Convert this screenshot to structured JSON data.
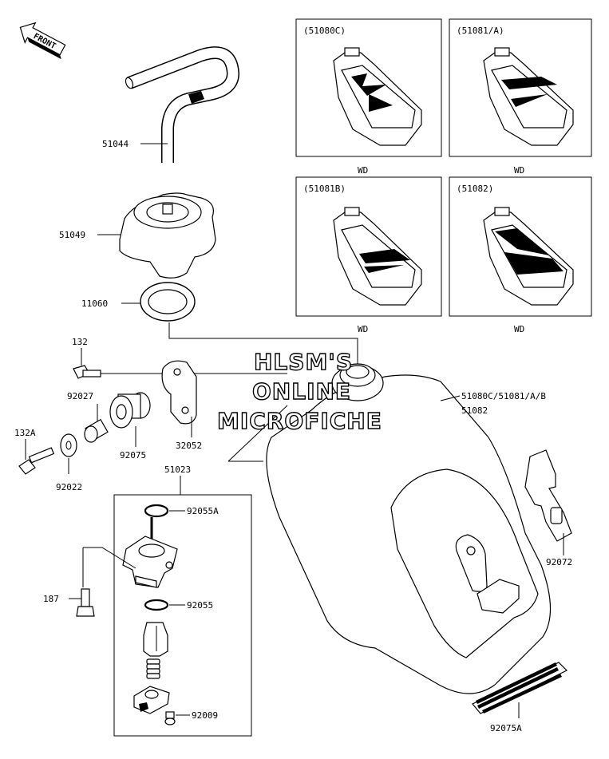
{
  "front_badge": {
    "text": "FRONT"
  },
  "watermark": {
    "line1": "HLSM'S",
    "line2": "ONLINE",
    "line3": "MICROFICHE"
  },
  "variant_boxes": [
    {
      "code": "(51080C)",
      "note": "WD"
    },
    {
      "code": "(51081/A)",
      "note": "WD"
    },
    {
      "code": "(51081B)",
      "note": "WD"
    },
    {
      "code": "(51082)",
      "note": "WD"
    }
  ],
  "callouts": {
    "hose": "51044",
    "cap": "51049",
    "gasket": "11060",
    "bolt_top": "132",
    "collar": "92027",
    "damper": "92075",
    "bracket": "32052",
    "bolt_a": "132A",
    "washer": "92022",
    "cock_assy": "51023",
    "oring_a": "92055A",
    "bolt_187": "187",
    "oring": "92055",
    "screw": "92009",
    "tank_line1": "51080C/51081/A/B",
    "tank_line2": "51082",
    "band": "92072",
    "pad": "92075A"
  }
}
